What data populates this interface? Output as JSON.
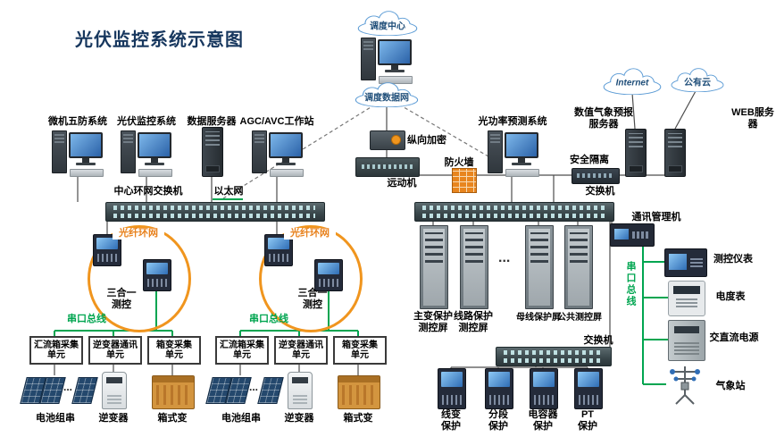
{
  "title": "光伏监控系统示意图",
  "clouds": {
    "dispatch_center": "调度中心",
    "dispatch_net": "调度数据网",
    "internet": "Internet",
    "public_cloud": "公有云"
  },
  "top": {
    "encrypt": "纵向加密",
    "rtu": "远动机",
    "firewall": "防火墙",
    "isolation": "安全隔离"
  },
  "stations": {
    "wufang": "微机五防系统",
    "pv_monitor": "光伏监控系统",
    "data_server": "数据服务器",
    "agc": "AGC/AVC工作站",
    "power_forecast": "光功率预测系统",
    "weather_server": "数值气象预报\n服务器",
    "web_server": "WEB服务\n器"
  },
  "network": {
    "core_switch": "中心环网交换机",
    "ethernet": "以太网",
    "right_switch": "交换机",
    "bottom_switch": "交换机",
    "comm_manager": "通讯管理机",
    "serial_bus": "串口总线"
  },
  "rings": {
    "fiber_ring": "光纤环网",
    "three_in_one": "三合一\n测控",
    "serial_bus": "串口总线"
  },
  "units": {
    "combiner": "汇流箱采集\n单元",
    "inverter_comm": "逆变器通讯\n单元",
    "boxtrans_collect": "箱变采集\n单元"
  },
  "field": {
    "strings": "电池组串",
    "inverter": "逆变器",
    "box_transformer": "箱式变",
    "dots": "..."
  },
  "panels": {
    "main_trans": "主变保护\n测控屏",
    "line_prot": "线路保护\n测控屏",
    "bus_prot": "母线保护屏",
    "public_ctrl": "公共测控屏",
    "ellipsis": "..."
  },
  "protection": {
    "line_trans": "线变\n保护",
    "section": "分段\n保护",
    "capacitor": "电容器\n保护",
    "pt": "PT\n保护"
  },
  "right_devices": {
    "ctrl_meter": "测控仪表",
    "energy_meter": "电度表",
    "acdc_power": "交直流电源",
    "weather_station": "气象站"
  },
  "colors": {
    "accent_orange": "#F0951E",
    "accent_green": "#00A550",
    "cloud_blue": "#1F4E79",
    "title_navy": "#17375E"
  }
}
